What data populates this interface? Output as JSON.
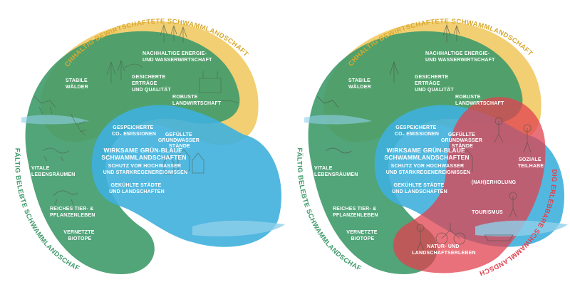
{
  "colors": {
    "yellow": "#f0c75a",
    "green": "#3f9a6a",
    "blue": "#3fb0dd",
    "red": "#e2424f",
    "yellow_text": "#d9a92e",
    "green_text": "#3f9a6a",
    "red_text": "#e2424f",
    "sketch": "#5a6b55"
  },
  "left": {
    "arc_top": "NACHHALTIG BEWIRTSCHAFTETE SCHWAMMLANDSCHAFTEN",
    "arc_left": "VIELFÄLTIG BELEBTE SCHWAMMLANDSCHAFTEN",
    "labels": {
      "energy_1": "NACHHALTIGE ENERGIE-",
      "energy_2": "UND WASSERWIRTSCHAFT",
      "forest_1": "STABILE",
      "forest_2": "WÄLDER",
      "yield_1": "GESICHERTE",
      "yield_2": "ERTRÄGE",
      "yield_3": "UND QUALITÄT",
      "agri_1": "ROBUSTE",
      "agri_2": "LANDWIRTSCHAFT",
      "co2_1": "GESPEICHERTE",
      "co2_2": "CO₂ EMISSIONEN",
      "gw_1": "GEFÜLLTE",
      "gw_2": "GRUNDWASSER",
      "gw_3": "STÄNDE",
      "center_1": "WIRKSAME GRÜN-BLAUE",
      "center_2": "SCHWAMMLANDSCHAFTEN",
      "flood_1": "SCHUTZ VOR HOCHWASSER",
      "flood_2": "UND STARKREGENEREIGNISSEN",
      "cities_1": "GEKÜHLTE STÄDTE",
      "cities_2": "UND LANDSCHAFTEN",
      "habitat_1": "VITALE",
      "habitat_2": "LEBENSRÄUMEN",
      "species_1": "REICHES TIER- &",
      "species_2": "PFLANZENLEBEN",
      "biotope_1": "VERNETZTE",
      "biotope_2": "BIOTOPE"
    }
  },
  "right": {
    "arc_top": "NACHHALTIG BEWIRTSCHAFTETE SCHWAMMLANDSCHAFTEN",
    "arc_left": "VIELFÄLTIG BELEBTE SCHWAMMLANDSCHAFTEN",
    "arc_right": "LEBENDIG ERLEBBARE SCHWAMMLANDSCHAFTEN",
    "labels": {
      "energy_1": "NACHHALTIGE ENERGIE-",
      "energy_2": "UND WASSERWIRTSCHAFT",
      "forest_1": "STABILE",
      "forest_2": "WÄLDER",
      "yield_1": "GESICHERTE",
      "yield_2": "ERTRÄGE",
      "yield_3": "UND QUALITÄT",
      "agri_1": "ROBUSTE",
      "agri_2": "LANDWIRTSCHAFT",
      "co2_1": "GESPEICHERTE",
      "co2_2": "CO₂ EMISSIONEN",
      "gw_1": "GEFÜLLTE",
      "gw_2": "GRUNDWASSER",
      "gw_3": "STÄNDE",
      "center_1": "WIRKSAME GRÜN-BLAUE",
      "center_2": "SCHWAMMLANDSCHAFTEN",
      "flood_1": "SCHUTZ VOR HOCHWASSER",
      "flood_2": "UND STARKREGENEREIGNISSEN",
      "cities_1": "GEKÜHLTE STÄDTE",
      "cities_2": "UND LANDSCHAFTEN",
      "habitat_1": "VITALE",
      "habitat_2": "LEBENSRÄUMEN",
      "species_1": "REICHES TIER- &",
      "species_2": "PFLANZENLEBEN",
      "biotope_1": "VERNETZTE",
      "biotope_2": "BIOTOPE",
      "social_1": "SOZIALE",
      "social_2": "TEILHABE",
      "recreation": "(NAH)ERHOLUNG",
      "tourism": "TOURISMUS",
      "nature_1": "NATUR- UND",
      "nature_2": "LANDSCHAFTSERLEBEN"
    }
  }
}
